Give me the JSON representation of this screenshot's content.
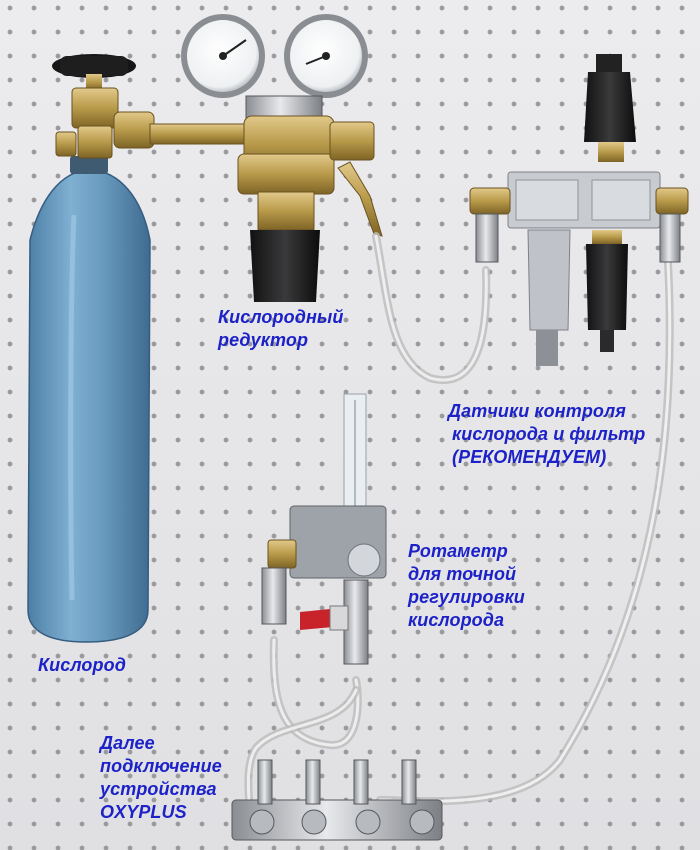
{
  "labels": {
    "reducer": [
      "Кислородный",
      "редуктор"
    ],
    "sensors": [
      "Датчики  контроля",
      "кислорода и фильтр",
      "(РЕКОМЕНДУЕМ)"
    ],
    "rotameter": [
      "Ротаметр",
      "для точной",
      "регулировки",
      "кислорода"
    ],
    "cylinder": [
      "Кислород"
    ],
    "next": [
      "Далее",
      "подключение",
      "устройства",
      "OXYPLUS"
    ]
  },
  "colors": {
    "label_text": "#1c22c8",
    "cylinder": "#6a9cc0",
    "brass": "#b89a4a",
    "pegboard": "#e4e4e6"
  }
}
